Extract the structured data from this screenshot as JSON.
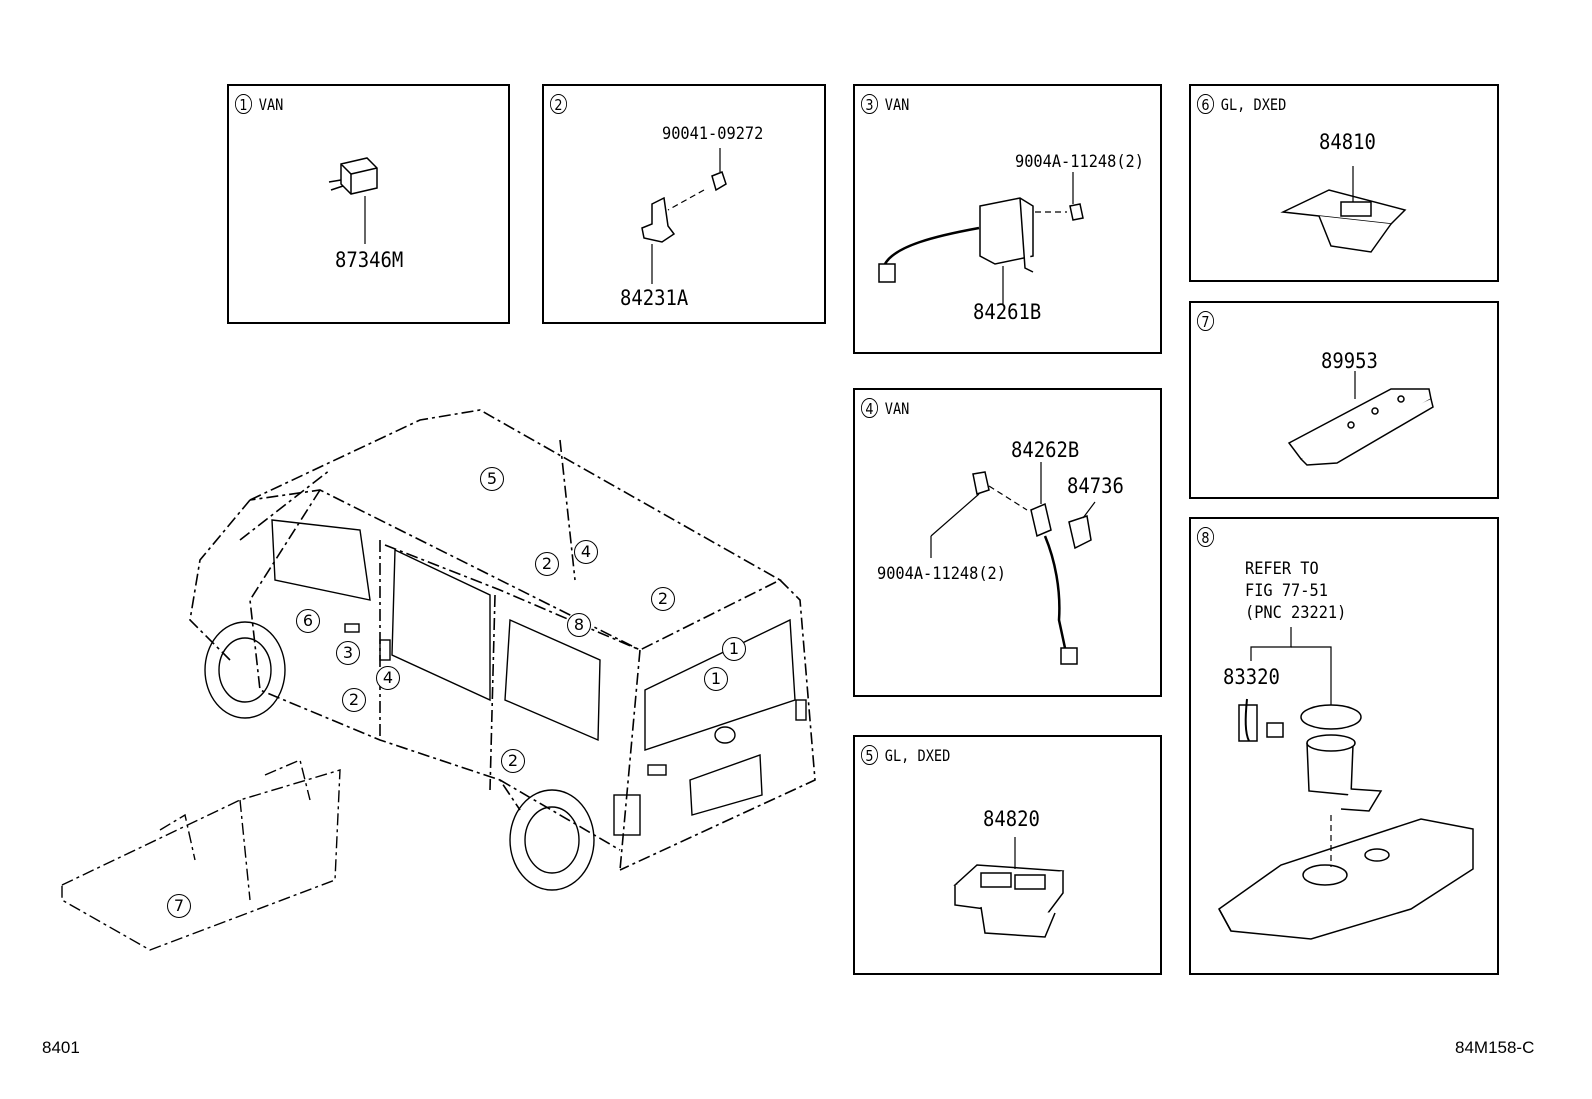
{
  "panels": [
    {
      "num": "1",
      "tag": "VAN",
      "parts": [
        "87346M"
      ]
    },
    {
      "num": "2",
      "tag": "",
      "parts": [
        "90041-09272",
        "84231A"
      ]
    },
    {
      "num": "3",
      "tag": "VAN",
      "parts": [
        "9004A-11248(2)",
        "84261B"
      ]
    },
    {
      "num": "4",
      "tag": "VAN",
      "parts": [
        "84262B",
        "84736",
        "9004A-11248(2)"
      ]
    },
    {
      "num": "5",
      "tag": "GL, DXED",
      "parts": [
        "84820"
      ]
    },
    {
      "num": "6",
      "tag": "GL, DXED",
      "parts": [
        "84810"
      ]
    },
    {
      "num": "7",
      "tag": "",
      "parts": [
        "89953"
      ]
    },
    {
      "num": "8",
      "tag": "",
      "parts": [
        "83320"
      ],
      "refer": [
        "REFER TO",
        "FIG 77-51",
        "(PNC 23221)"
      ]
    }
  ],
  "vehicle_callouts": [
    "5",
    "2",
    "4",
    "8",
    "2",
    "1",
    "1",
    "6",
    "3",
    "4",
    "2",
    "2",
    "7"
  ],
  "footer": {
    "left": "8401",
    "right": "84M158-C"
  }
}
